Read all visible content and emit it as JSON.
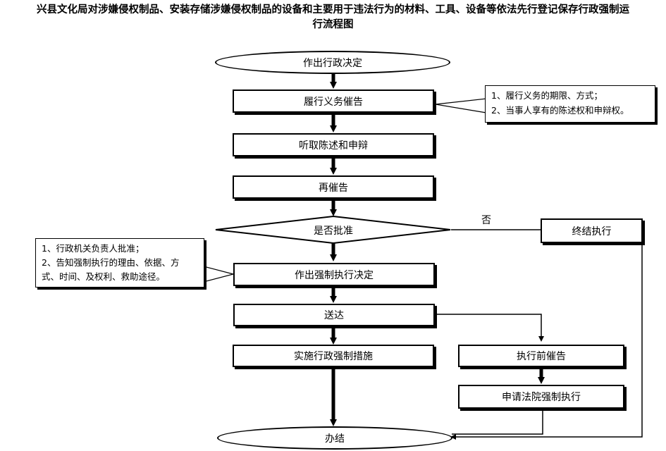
{
  "title": {
    "line1": "兴县文化局对涉嫌侵权制品、安装存储涉嫌侵权制品的设备和主要用于违法行为的材料、工具、设备等依法先行登记保存行政强制运",
    "line2": "行流程图"
  },
  "nodes": {
    "start": "作出行政决定",
    "remind": "履行义务催告",
    "hearing": "听取陈述和申辩",
    "reremind": "再催告",
    "approve": "是否批准",
    "terminate": "终结执行",
    "decision": "作出强制执行决定",
    "deliver": "送达",
    "implement": "实施行政强制措施",
    "pre_remind": "执行前催告",
    "court": "申请法院强制执行",
    "end": "办结"
  },
  "notes": {
    "remind_note": [
      "1、履行义务的期限、方式；",
      "2、当事人享有的陈述权和申辩权。"
    ],
    "decision_note": [
      "1、行政机关负责人批准；",
      "2、告知强制执行的理由、依据、方",
      "式、时间、及权利、救助途径。"
    ]
  },
  "labels": {
    "no": "否"
  }
}
